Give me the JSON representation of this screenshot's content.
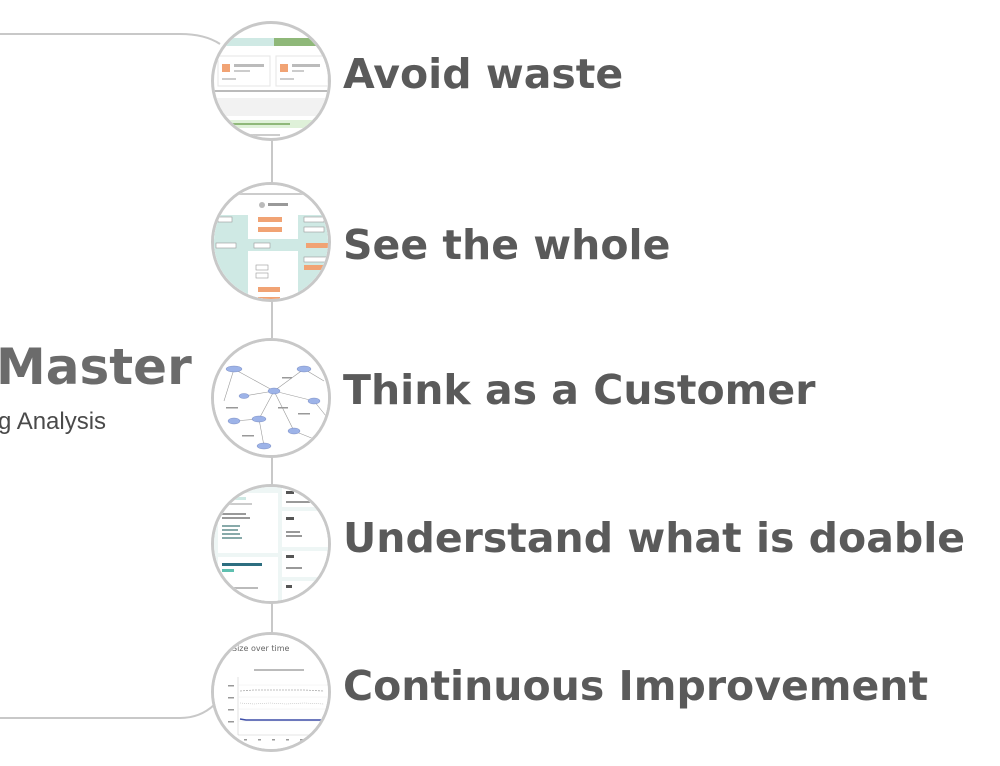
{
  "title": {
    "main": "Master",
    "subtitle": "g Analysis"
  },
  "steps": [
    {
      "label": "Avoid waste",
      "icon": "dashboard-screenshot-thumbnail"
    },
    {
      "label": "See the whole",
      "icon": "process-board-screenshot-thumbnail"
    },
    {
      "label": "Think as a Customer",
      "icon": "network-graph-screenshot-thumbnail"
    },
    {
      "label": "Understand what is doable",
      "icon": "cards-list-screenshot-thumbnail"
    },
    {
      "label": "Continuous Improvement",
      "icon": "line-chart-screenshot-thumbnail"
    }
  ],
  "thumb_texts": {
    "chart_title": "Size over time"
  },
  "colors": {
    "text": "#5a5a5a",
    "title": "#6b6b6b",
    "connector": "#c8c8c8",
    "teal": "#cfe9e4",
    "orange": "#f1a374",
    "green": "#8fb879",
    "node_blue": "#9db3e8"
  }
}
